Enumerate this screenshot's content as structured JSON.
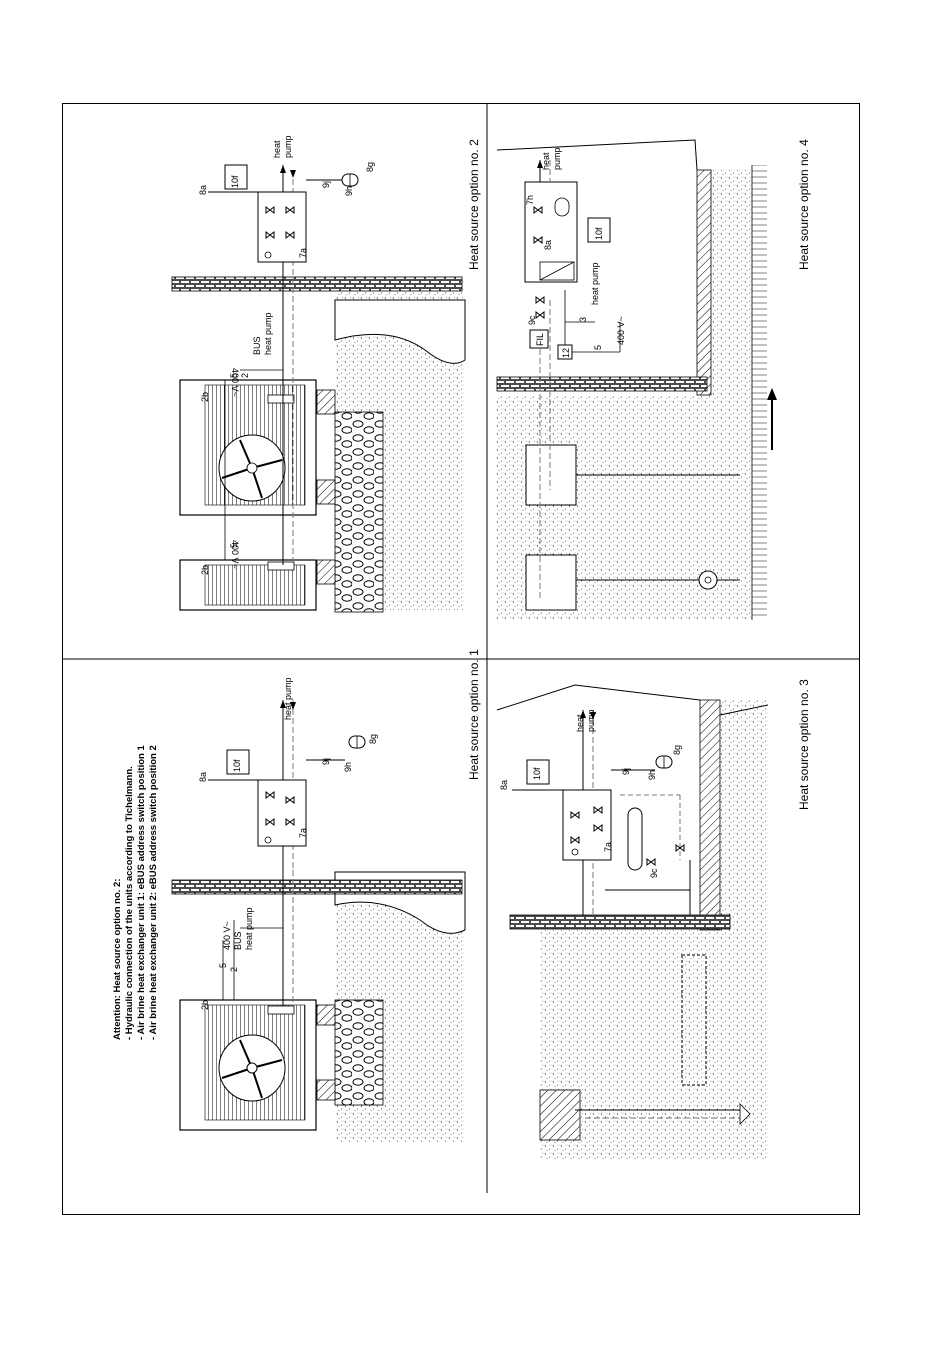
{
  "attention": {
    "title": "Attention: Heat source option no. 2:",
    "line1": "- Hydraulic connection of the units according to Tichelmann.",
    "line2": "- Air brine heat exchanger unit 1: eBUS address switch position 1",
    "line3": "- Air brine heat exchanger unit 2: eBUS address switch position 2"
  },
  "captions": {
    "opt1": "Heat source option no. 1",
    "opt2": "Heat source option no. 2",
    "opt3": "Heat source option no. 3",
    "opt4": "Heat source option no. 4"
  },
  "labels": {
    "heat_pump": "heat pump",
    "heat": "heat",
    "pump": "pump",
    "bus": "BUS",
    "v400": "400 V~",
    "n2b": "2b",
    "n5": "5",
    "n2": "2",
    "n3": "3",
    "n8a": "8a",
    "n10f": "10f",
    "n9j": "9j",
    "n9h": "9h",
    "n8g": "8g",
    "n7a": "7a",
    "n7h": "7h",
    "n9c": "9c",
    "fil": "FIL",
    "n12": "12"
  }
}
